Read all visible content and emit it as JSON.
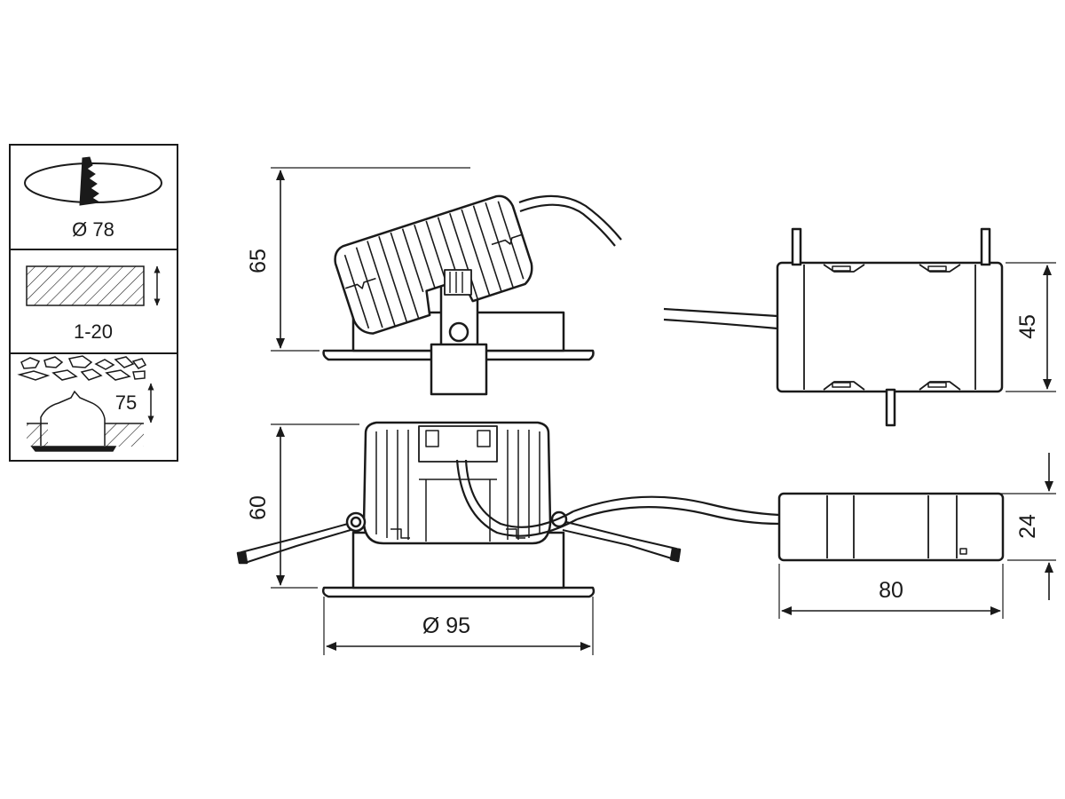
{
  "install_panel": {
    "cutout_label": "Ø 78",
    "ceiling_thickness_label": "1-20",
    "recess_depth_label": "75"
  },
  "dimensions": {
    "tilted_height": "65",
    "upright_height": "60",
    "diameter": "Ø 95",
    "driver_top_width": "45",
    "driver_side_height": "24",
    "driver_length": "80"
  },
  "colors": {
    "line": "#1a1a1a",
    "background": "#ffffff"
  }
}
